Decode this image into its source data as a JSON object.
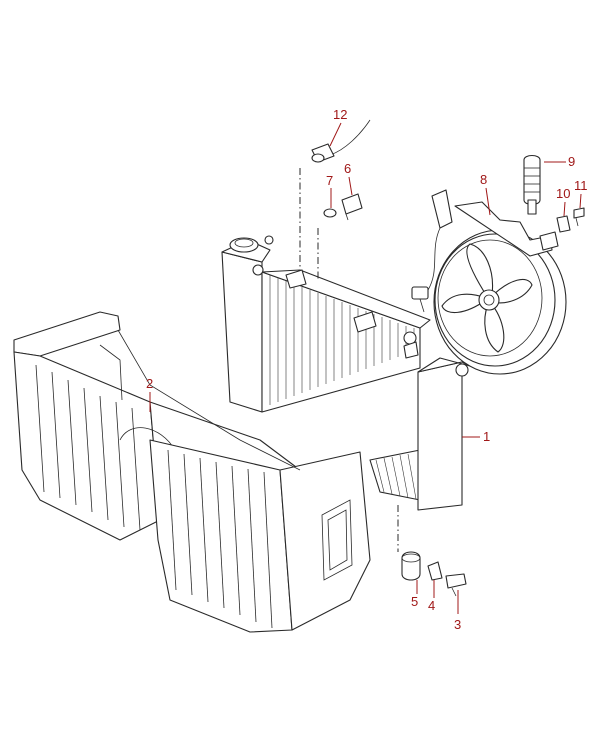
{
  "callouts": [
    {
      "id": "1",
      "text": "1"
    },
    {
      "id": "2",
      "text": "2"
    },
    {
      "id": "3",
      "text": "3"
    },
    {
      "id": "4",
      "text": "4"
    },
    {
      "id": "5",
      "text": "5"
    },
    {
      "id": "6",
      "text": "6"
    },
    {
      "id": "7",
      "text": "7"
    },
    {
      "id": "8",
      "text": "8"
    },
    {
      "id": "9",
      "text": "9"
    },
    {
      "id": "10",
      "text": "10"
    },
    {
      "id": "11",
      "text": "11"
    },
    {
      "id": "12",
      "text": "12"
    }
  ],
  "colors": {
    "callout": "#a01818",
    "line": "#2a2a2a",
    "background": "#ffffff"
  }
}
